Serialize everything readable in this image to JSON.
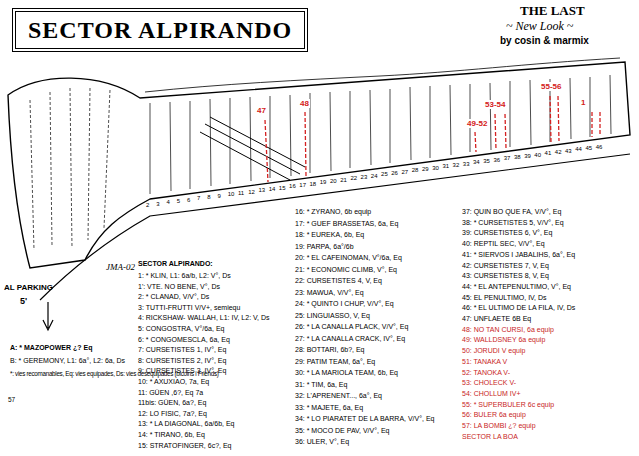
{
  "diagram": {
    "title": "SECTOR ALPIRANDO",
    "labels": [
      "THE LAST",
      "~ New Look ~",
      "by cosin & marmix",
      "AL PARKING",
      "5'",
      "JMA-02",
      "SECTOR ALPIRANDO:",
      "1: * KLIN, L1: 6a/b, L2: V°, Ds",
      "1': VTE. NO BENE, V°, Ds",
      "2: * CLANAD, V/V°, Ds",
      "3: TUTTI-FRUTTI V/V+, semiequ",
      "4: RICKSHAW- WALLAH, L1: IV, L2: V, Ds",
      "5: CONGOSTRA, V°/6a, Eq",
      "6: * CONGOMESCLA, 6a, Eq",
      "7: CURSETISTES 1, IV°, Eq",
      "8: CURSETISTES 2, IV°, Eq",
      "9: CURSETISTES 3, IV°, Eq",
      "10: * AXUXIAO, 7a, Eq",
      "11: GÜEN ,6?, Eq 7a",
      "11bis: GÜEN, 6a?, Eq",
      "12: LO FISIC, 7a?, Eq",
      "13: * LA DIAGONAL, 6a/6b, Eq",
      "14: * TIRANO, 6b, Eq",
      "15: STRATOFINGER, 6c?, Eq",
      "16: * ZYRANO, 6b equip",
      "17: * GUEF BRASSETAS, 6a, Eq",
      "18: * EUREKA, 6b, Eq",
      "19: PARPA, 6a°/6b",
      "20: * EL CAFEINOMAN, V°/6a, Eq",
      "21: * ECONOMIC CLIMB, V°, Eq",
      "22: CURSETISTES 4, V, Eq",
      "23: MAWUA, V/V°, Eq",
      "24: * QUINTO I CHUP, V/V°, Eq",
      "25: LINGUIASSO, V, Eq",
      "26: * LA CANALLA PLACK, V/V°, Eq",
      "27: * LA CANALLA CRACK, IV°, Eq",
      "28: BOTTARI, 6b?, Eq",
      "29: PATIM TEAM, 6a°, Eq",
      "30: * LA MARIOLA TEAM, 6b, Eq",
      "31: * TIM, 6a, Eq",
      "32: L'APRENENT..., 6a°, Eq",
      "33: * MAJETE, 6a, Eq",
      "34: * LO PIARATET DE LA BARRA, V/V°, Eq",
      "35: * MOCO DE PAV, V/V°, Eq",
      "36: ULER, V°, Eq",
      "37: QUIN BO QUE FA, V/V°, Eq",
      "38: * CURSETISTES 5, V/V°, Eq",
      "39: CURSETISTES 6, V°, Eq",
      "40: REPTIL SEC, V/V°, Eq",
      "41: * SIERVOS I JABALIHS, 6a°, Eq",
      "42: CURSETISTES 7, V, Eq",
      "43: CURSETISTES 8, V, Eq",
      "44: * EL ANTEPENULTIMO, V°, Eq",
      "45: EL PENULTIMO, IV, Ds",
      "46: * EL ULTIMO DE LA FILA, IV, Ds",
      "47: UNFLAETE 6B Eq",
      "48: NO TAN CURSI, 6a equip",
      "49: WALLDSNEY 6a equip",
      "50: JORUDI V equip",
      "51: TANAKA V",
      "52: TANOKA V-",
      "53: CHOLECK V-",
      "54: CHOLLUM IV+",
      "55: * SUPERBULER 6c equip",
      "56: BULER 6a equip",
      "57: LA BOMBI ¿? equip",
      "SECTOR LA BOA",
      "A: * MAZOPOWER ¿? Eq",
      "B: * GEREMONY, L1: 6a°, L2: 6a, Ds",
      "*: vies recomanables, Eq: vies equipades, Ds: vies desequipades (bicoins i Friends)",
      "57",
      "47",
      "48",
      "49-52",
      "53-54",
      "55-56",
      "1",
      "2",
      "3",
      "4",
      "5",
      "6",
      "7",
      "8",
      "9",
      "10",
      "11",
      "12",
      "13",
      "14",
      "15",
      "16",
      "17",
      "18",
      "19",
      "20",
      "21",
      "22",
      "23",
      "24",
      "25",
      "26",
      "27",
      "28",
      "29",
      "30",
      "31",
      "32",
      "33",
      "34",
      "35",
      "36",
      "37",
      "38",
      "39",
      "40",
      "41",
      "42",
      "43",
      "44",
      "45",
      "46"
    ]
  }
}
